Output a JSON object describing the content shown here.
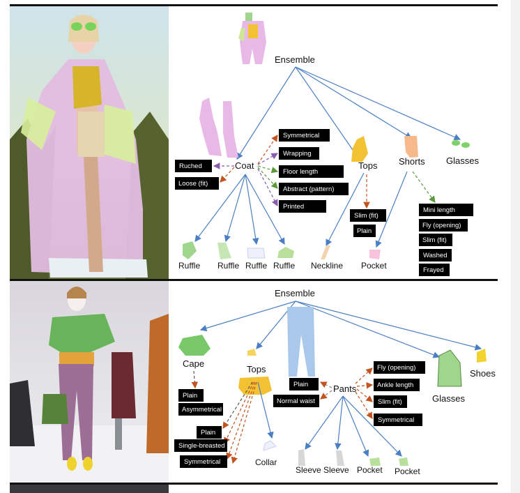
{
  "panel_top": {
    "root": "Ensemble",
    "garments": [
      "Coat",
      "Tops",
      "Shorts",
      "Glasses"
    ],
    "coat_attributes_left": [
      "Ruched",
      "Loose (fit)"
    ],
    "coat_attributes_right": [
      "Symmetrical",
      "Wrapping",
      "Floor length",
      "Abstract (pattern)",
      "Printed"
    ],
    "tops_attributes": [
      "Slim (fit)",
      "Plain"
    ],
    "shorts_attributes": [
      "Mini length",
      "Fly (opening)",
      "Slim (fit)",
      "Washed",
      "Frayed"
    ],
    "parts": [
      "Ruffle",
      "Ruffle",
      "Ruffle",
      "Ruffle",
      "Neckline",
      "Pocket"
    ]
  },
  "panel_bottom": {
    "root": "Ensemble",
    "garments": [
      "Cape",
      "Tops",
      "Pants",
      "Glasses",
      "Shoes"
    ],
    "cape_attributes": [
      "Plain",
      "Asymmetrical"
    ],
    "tops_attributes": [
      "Plain",
      "Single-breasted",
      "Symmetrical"
    ],
    "pants_attributes_left": [
      "Plain",
      "Normal waist"
    ],
    "pants_attributes_right": [
      "Fly (opening)",
      "Ankle length",
      "Slim (fit)",
      "Symmetrical"
    ],
    "parts": [
      "Collar",
      "Sleeve",
      "Sleeve",
      "Pocket",
      "Pocket"
    ]
  },
  "colors": {
    "edge_part": "#4a7fc4",
    "edge_attr": "#c2541f",
    "edge_attr_green": "#5a9a3a",
    "edge_attr_purple": "#8b5bb0",
    "coat": "#e8b8e6",
    "tops": "#f2c232",
    "shorts": "#f6b98c",
    "glasses": "#7fd26a",
    "cape": "#79c96a",
    "pants": "#a9c8ea"
  }
}
